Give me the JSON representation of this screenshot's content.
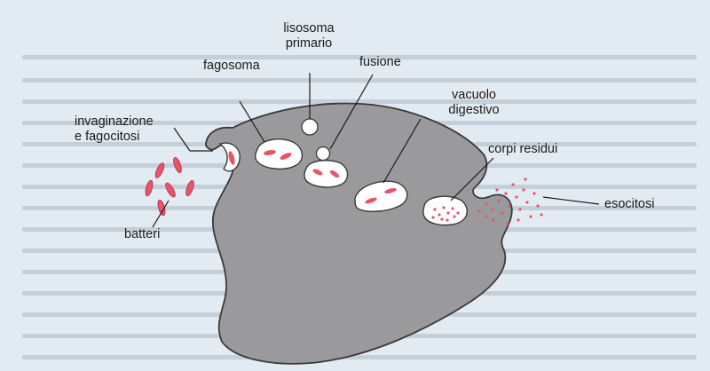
{
  "labels": {
    "lisosoma_primario": "lisosoma\nprimario",
    "fagosoma": "fagosoma",
    "fusione": "fusione",
    "vacuolo_digestivo": "vacuolo\ndigestivo",
    "corpi_residui": "corpi residui",
    "invaginazione": "invaginazione\ne fagocitosi",
    "esocitosi": "esocitosi",
    "batteri": "batteri"
  },
  "colors": {
    "background": "#e3ebf2",
    "background_text": "#b9c6d2",
    "cell": "#9a9a9c",
    "cell_outline": "#3a3a3a",
    "vesicle": "#ffffff",
    "bacteria": "#e8556a"
  }
}
